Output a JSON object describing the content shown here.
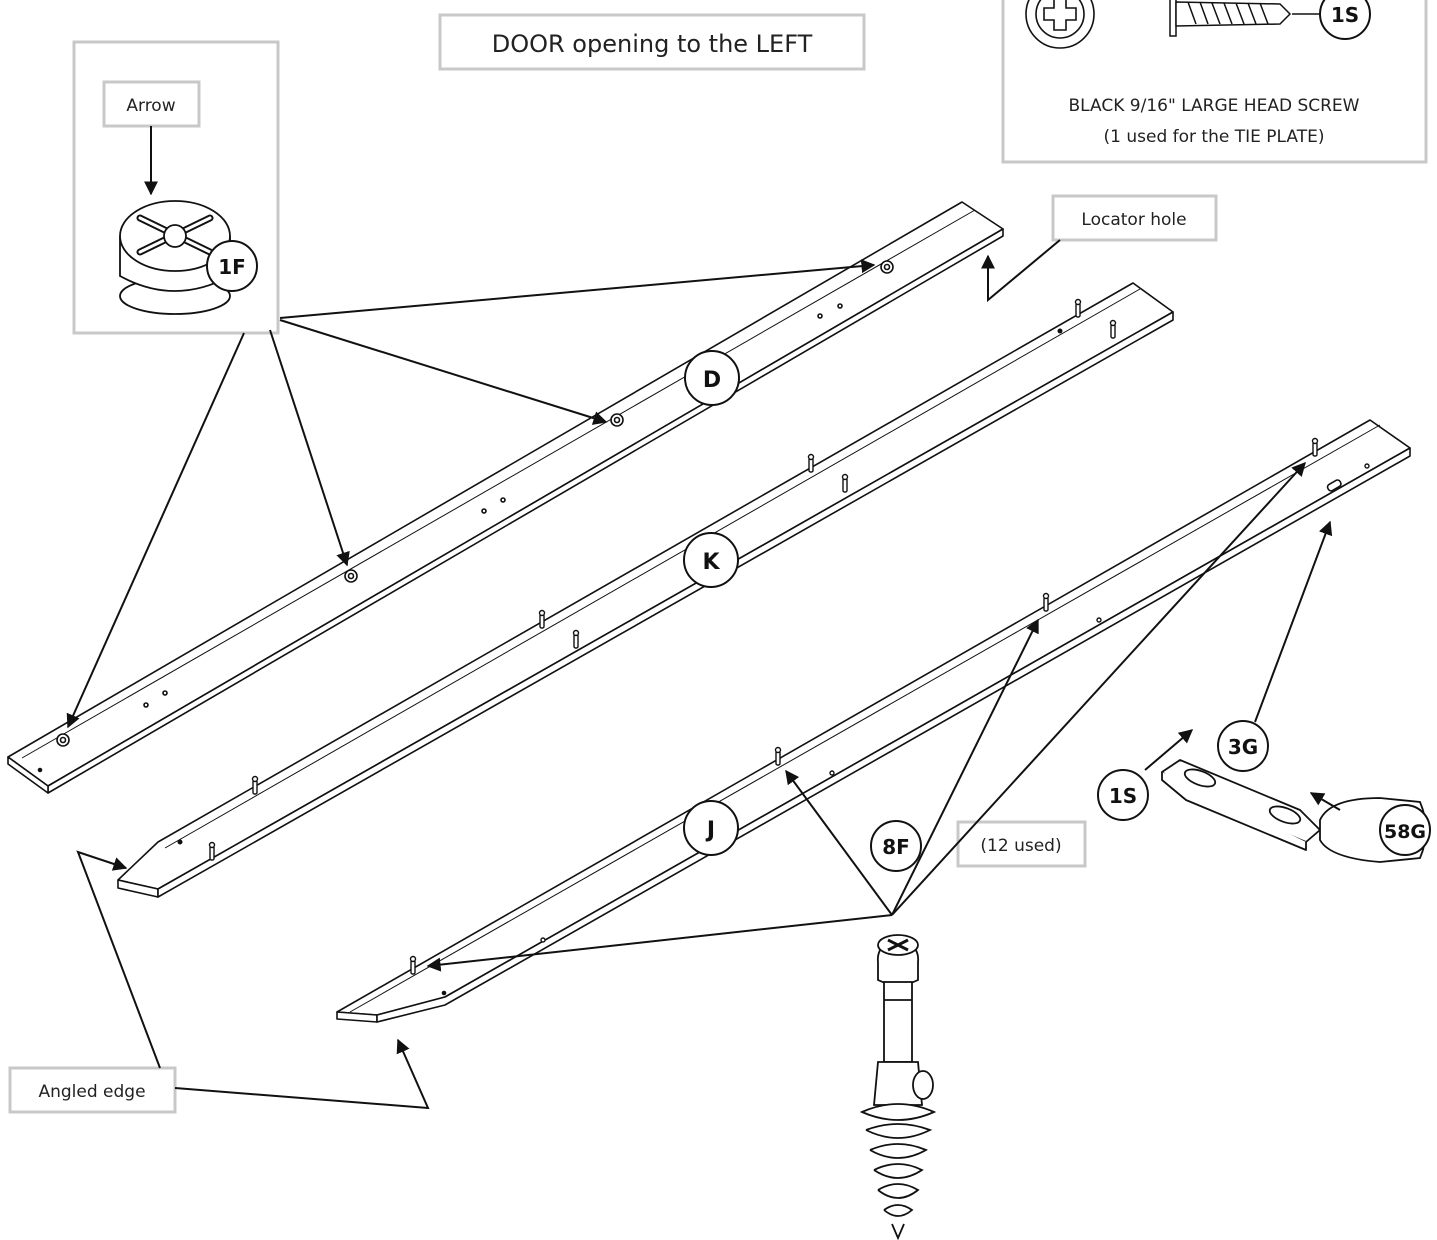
{
  "title": "DOOR opening to the LEFT",
  "callouts": {
    "arrow": "Arrow",
    "locator_hole": "Locator hole",
    "angled_edge": "Angled edge",
    "used_count": "(12 used)"
  },
  "screw_panel": {
    "line1": "BLACK 9/16\" LARGE HEAD SCREW",
    "line2": "(1 used for the TIE PLATE)",
    "part": "1S"
  },
  "parts": {
    "cam_lock": "1F",
    "board_d": "D",
    "board_k": "K",
    "board_j": "J",
    "tie_plate": "3G",
    "screw": "1S",
    "cover": "58G",
    "cam_bolt": "8F"
  }
}
